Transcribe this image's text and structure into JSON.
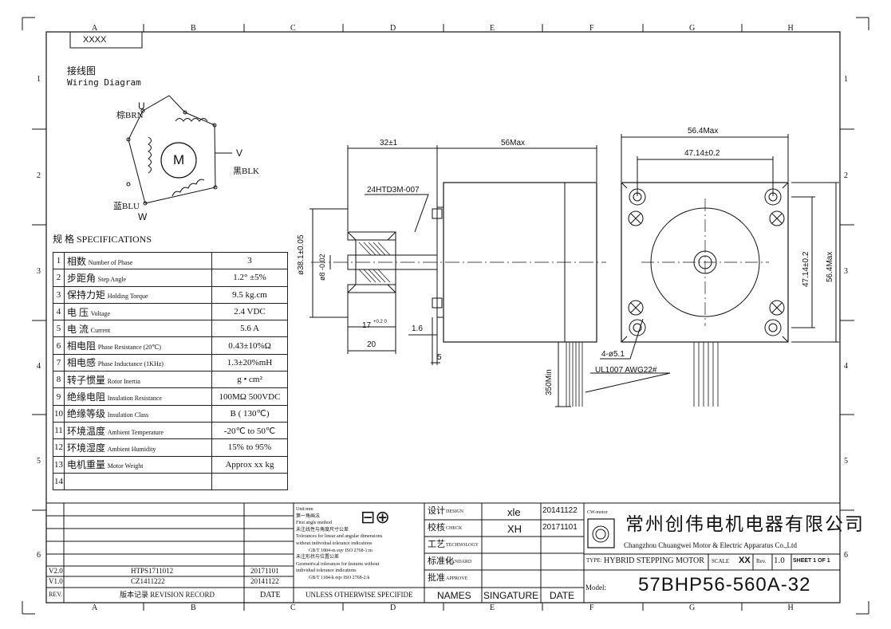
{
  "title_cell": "XXXX",
  "columns_top": [
    "A",
    "B",
    "C",
    "D",
    "E",
    "F",
    "G",
    "H"
  ],
  "rows_side": [
    "1",
    "2",
    "3",
    "4",
    "5",
    "6"
  ],
  "wiring": {
    "title_cn": "接线图",
    "title_en": "Wiring Diagram",
    "center": "M",
    "u_letter": "U",
    "u_color": "棕BRN",
    "v_letter": "V",
    "v_color": "黑BLK",
    "w_letter": "W",
    "w_color": "蓝BLU"
  },
  "specs": {
    "heading": "规 格 SPECIFICATIONS",
    "rows": [
      {
        "no": "1",
        "cn": "相数",
        "en": "Number of Phase",
        "value": "3"
      },
      {
        "no": "2",
        "cn": "步距角",
        "en": "Step Angle",
        "value": "1.2° ±5%"
      },
      {
        "no": "3",
        "cn": "保持力矩",
        "en": "Holding Torque",
        "value": "9.5 kg.cm"
      },
      {
        "no": "4",
        "cn": "电  压",
        "en": "Voltage",
        "value": "2.4 VDC"
      },
      {
        "no": "5",
        "cn": "电  流",
        "en": "Current",
        "value": "5.6 A"
      },
      {
        "no": "6",
        "cn": "相电阻",
        "en": "Phase Resistance (20℃)",
        "value": "0.43±10%Ω"
      },
      {
        "no": "7",
        "cn": "相电感",
        "en": "Phase Inductance (1KHz)",
        "value": "1.3±20%mH"
      },
      {
        "no": "8",
        "cn": "转子惯量",
        "en": "Rotor Inertia",
        "value": "g • cm²"
      },
      {
        "no": "9",
        "cn": "绝缘电阻",
        "en": "Insulation Resistance",
        "value": "100MΩ 500VDC"
      },
      {
        "no": "10",
        "cn": "绝缘等级",
        "en": "Insulation Class",
        "value": "B ( 130℃)"
      },
      {
        "no": "11",
        "cn": "环境温度",
        "en": "Ambient Temperature",
        "value": "-20℃ to 50℃"
      },
      {
        "no": "12",
        "cn": "环境湿度",
        "en": "Ambient Humidity",
        "value": "15% to 95%"
      },
      {
        "no": "13",
        "cn": "电机重量",
        "en": "Motor Weight",
        "value": "Approx xx kg"
      },
      {
        "no": "14",
        "cn": "",
        "en": "",
        "value": ""
      }
    ]
  },
  "dims": {
    "d_32": "32±1",
    "d_56max": "56Max",
    "pulley": "24HTD3M-007",
    "d_dia38": "ø38.1±0.05",
    "d_shaft": "ø8 -0.02",
    "d_17": "17",
    "d_17tol": "+0.2 0",
    "d_16": "1.6",
    "d_20": "20",
    "d_5": "5",
    "d_350": "350Min",
    "d_hole": "4-ø5.1",
    "d_wire": "UL1007 AWG22#",
    "d_564max_top": "56.4Max",
    "d_4714_top": "47.14±0.2",
    "d_4714_side": "47.14±0.2",
    "d_564max_side": "56.4Max"
  },
  "revisions": {
    "rows": [
      {
        "rev": "V2.0",
        "note": "HTPS1711012",
        "date": "20171101"
      },
      {
        "rev": "V1.0",
        "note": "CZ1411222",
        "date": "20141122"
      }
    ],
    "h_rev": "REV.",
    "h_record": "版本记录 REVISION RECORD",
    "h_date": "DATE"
  },
  "notes": {
    "lines": [
      "Unit:mm",
      "第一角画法",
      "First angle method",
      "未注线性与角度尺寸公差",
      "Tolerances for linear and angular dimensions",
      "without individual tolerance indications",
      "GB/T 1804-m eqv ISO 2768-1:m",
      "未注形状与位置公差",
      "Geometrical tolerances for features without",
      "individual tolerance indications",
      "GB/T 1184-k eqv ISO 2768-2:k"
    ],
    "footer": "UNLESS OTHERWISE SPECIFIDE"
  },
  "approvals": {
    "rows": [
      {
        "cn": "设计",
        "en": "DESIGN",
        "name": "xle",
        "date": "20141122"
      },
      {
        "cn": "校核",
        "en": "CHECK",
        "name": "XH",
        "date": "20171101"
      },
      {
        "cn": "工艺",
        "en": "TECHNOLOGY",
        "name": "",
        "date": ""
      },
      {
        "cn": "标准化",
        "en": "STANDARD",
        "name": "",
        "date": ""
      },
      {
        "cn": "批准",
        "en": "APPROVE",
        "name": "",
        "date": ""
      }
    ],
    "h_names": "NAMES",
    "h_sig": "SINGATURE",
    "h_date": "DATE"
  },
  "company": {
    "logo_text": "CW-motor",
    "name_cn": "常州创伟电机电器有限公司",
    "name_en": "Changzhou Chuangwei Motor & Electric Apparatus Co.,Ltd",
    "type_label": "TYPE:",
    "type_value": "HYBRID STEPPING MOTOR",
    "scale_label": "SCALE",
    "scale_value": "XX",
    "rev_label": "Rev.",
    "rev_value": "1.0",
    "sheet": "SHEET 1 OF 1",
    "model_label": "Model:",
    "model_value": "57BHP56-560A-32"
  }
}
